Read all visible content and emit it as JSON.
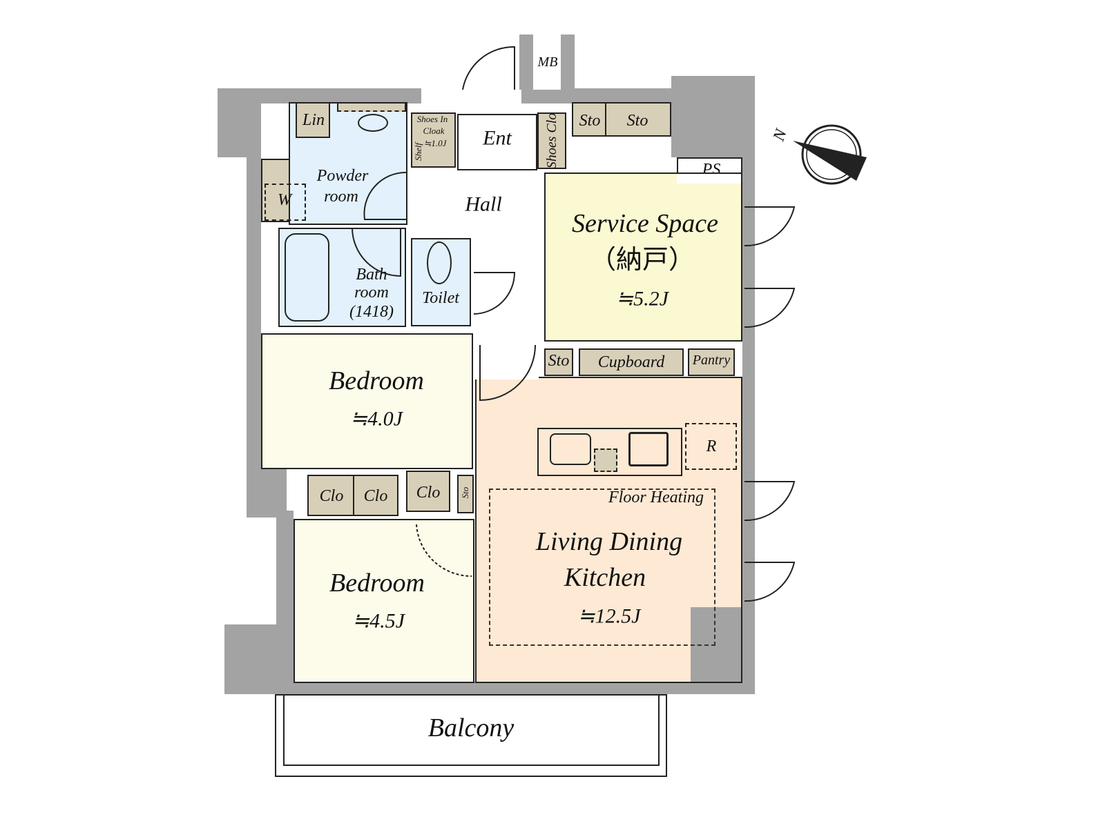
{
  "rooms": {
    "lin": "Lin",
    "powder": "Powder",
    "powder2": "room",
    "w": "W",
    "shoes_in_cloak": "Shoes In",
    "shoes_in_cloak2": "Cloak",
    "shoes_area": "≒1.0J",
    "shelf": "Shelf",
    "ent": "Ent",
    "shoes_clo": "Shoes Clo",
    "sto1": "Sto",
    "sto2": "Sto",
    "ps": "PS",
    "mb": "MB",
    "hall": "Hall",
    "bath": "Bath",
    "bath2": "room",
    "bath3": "(1418)",
    "toilet": "Toilet",
    "service": "Service Space",
    "service_jp": "（納戸）",
    "service_area": "≒5.2J",
    "bedroom1": "Bedroom",
    "bedroom1_area": "≒4.0J",
    "bedroom2": "Bedroom",
    "bedroom2_area": "≒4.5J",
    "clo1": "Clo",
    "clo2": "Clo",
    "clo3": "Clo",
    "sto3": "Sto",
    "sto4": "Sto",
    "cupboard": "Cupboard",
    "pantry": "Pantry",
    "r": "R",
    "floor_heating": "Floor Heating",
    "ldk": "Living Dining",
    "ldk2": "Kitchen",
    "ldk_area": "≒12.5J",
    "balcony": "Balcony"
  },
  "compass": {
    "label": "N"
  },
  "colors": {
    "wall": "#a3a3a3",
    "storage": "#d8cfb8",
    "wet": "#e2f1fb",
    "service": "#fbf9d2",
    "bedroom": "#fdfbea",
    "ldk": "#fde9d4"
  }
}
